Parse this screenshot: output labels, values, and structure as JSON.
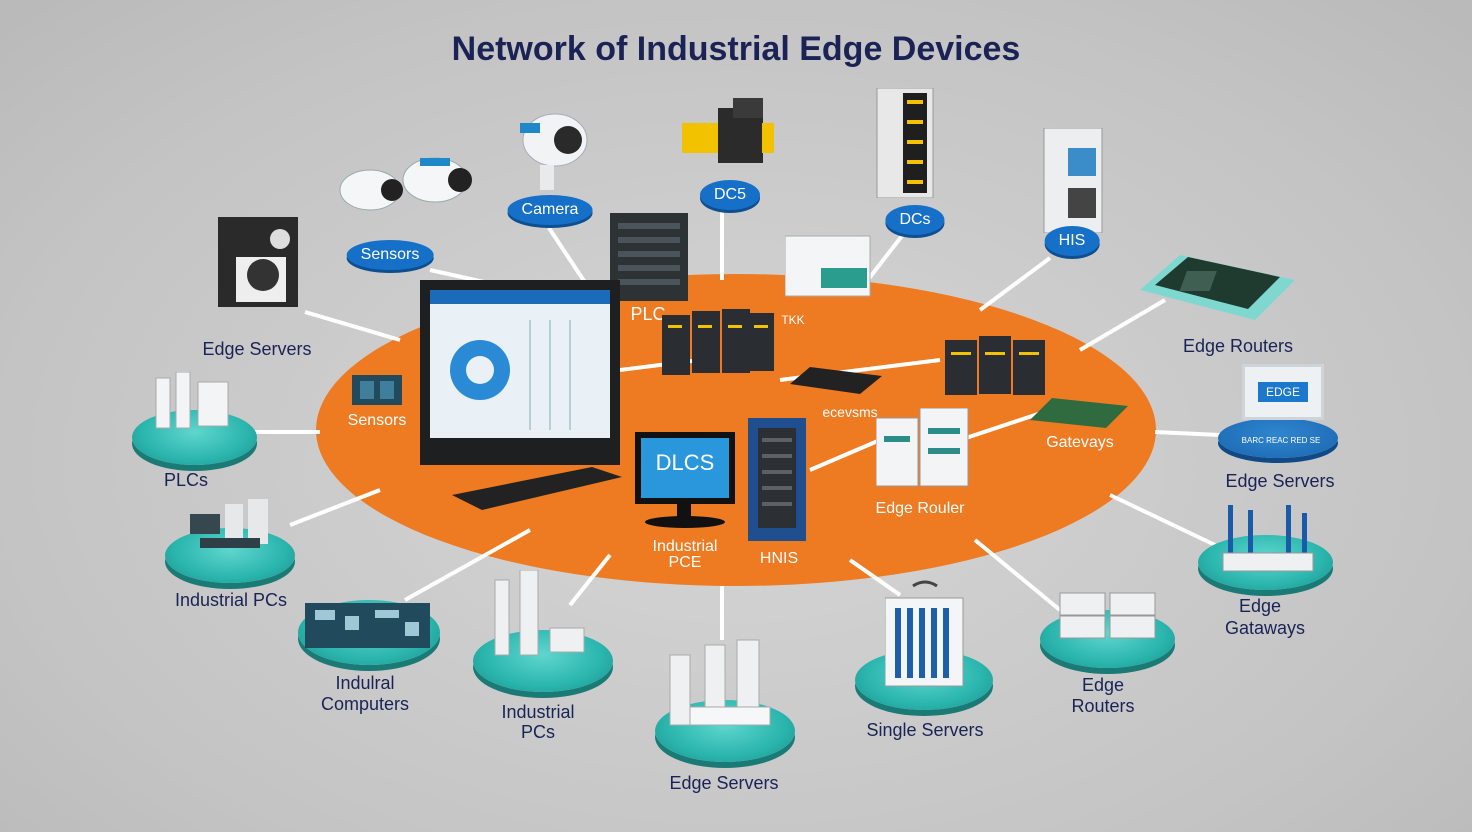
{
  "title": "Network of Industrial Edge Devices",
  "colors": {
    "hub": "#ee7a22",
    "platform": "#2ab5ad",
    "pill": "#1670c7",
    "text": "#1b2356",
    "background": "#c9c9c9"
  },
  "hub_labels": {
    "sensors": "Sensors",
    "plc": "PLC",
    "gateways_center": "ecevsms",
    "gateways": "Gatevays",
    "dlcs_screen": "DLCS",
    "industrial_pcs_line1": "Industrial",
    "industrial_pcs_line2": "PCE",
    "hmis": "HNIS",
    "edge_router": "Edge Rouler",
    "trk": "TKK"
  },
  "top_pills": {
    "sensors": "Sensors",
    "camera": "Camera",
    "dcs_1": "DC5",
    "dcs_2": "DCs",
    "hmis": "HIS"
  },
  "outer_labels": {
    "edge_servers_left": "Edge Servers",
    "plcs": "PLCs",
    "industrial_pcs_left": "Industrial PCs",
    "industrial_computers_1": "Indulral",
    "industrial_computers_2": "Computers",
    "industrial_pcs_bottom_1": "Industrial",
    "industrial_pcs_bottom_2": "PCs",
    "edge_servers_bottom": "Edge Servers",
    "single_servers": "Single Servers",
    "edge_routers_bottom_1": "Edge",
    "edge_routers_bottom_2": "Routers",
    "edge_gateways_1": "Edge",
    "edge_gateways_2": "Gataways",
    "edge_servers_right": "Edge Servers",
    "edge_routers_right": "Edge Routers"
  },
  "device_text": {
    "edge_monitor": "EDGE",
    "edge_monitor_base": "BARC REAC RED SE"
  }
}
